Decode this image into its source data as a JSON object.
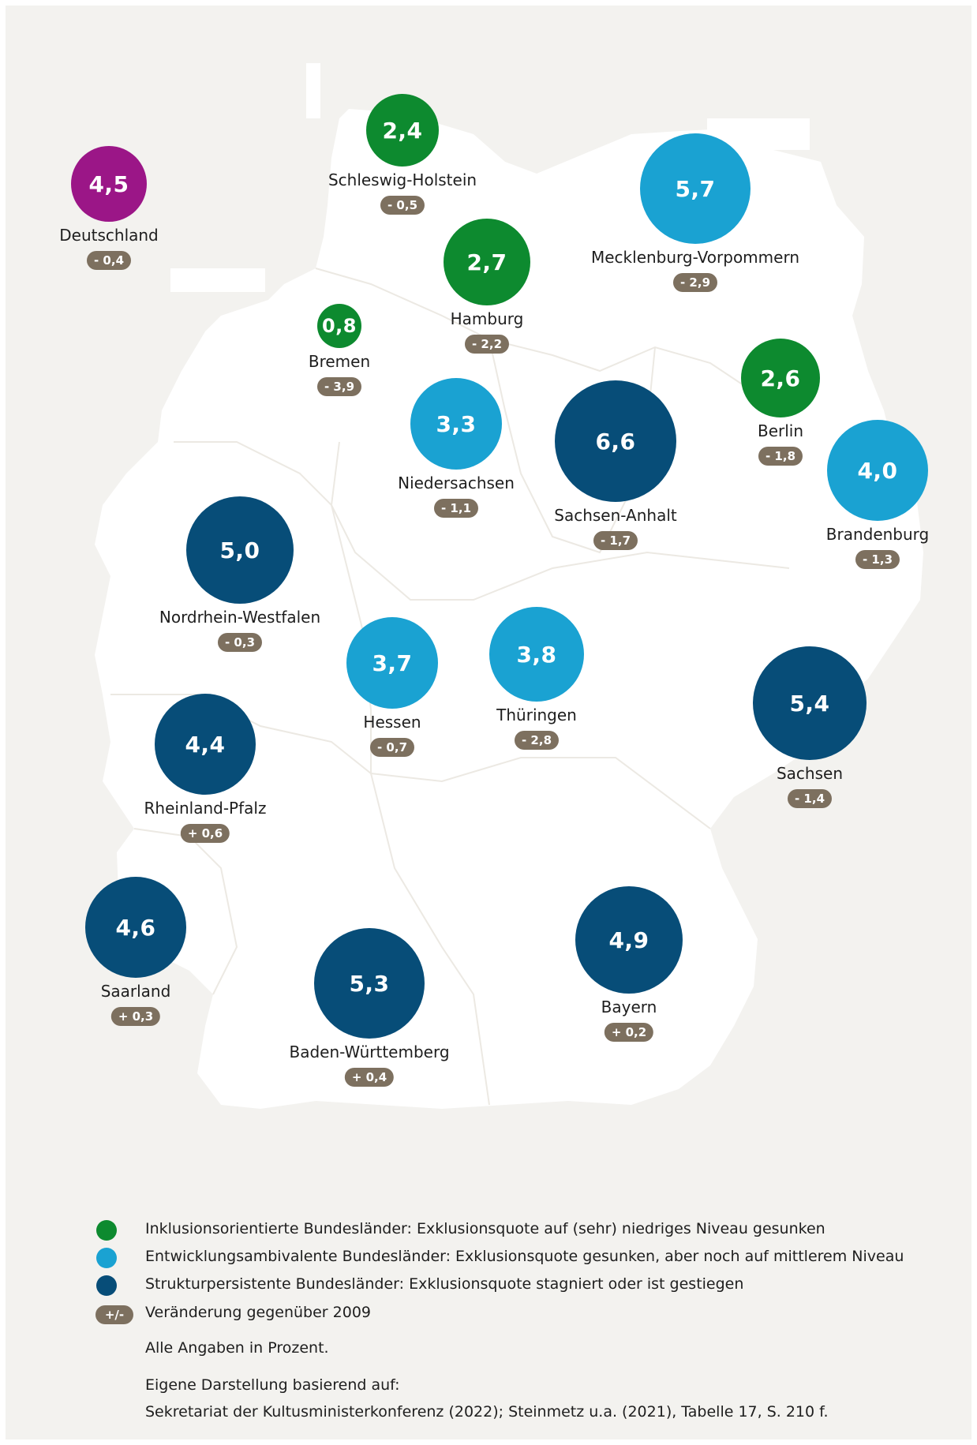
{
  "colors": {
    "national": "#9b1687",
    "inclusion": "#0d8a2f",
    "ambivalent": "#1aa2d2",
    "persistent": "#074d78",
    "change_badge": "#7d705f",
    "map_fill": "#ffffff",
    "background": "#f3f2ef"
  },
  "chart_data": {
    "type": "bubble-map",
    "title": "",
    "unit": "Prozent",
    "regions": [
      {
        "name": "Deutschland",
        "value": "4,5",
        "change": "- 0,4",
        "category": "national"
      },
      {
        "name": "Schleswig-Holstein",
        "value": "2,4",
        "change": "- 0,5",
        "category": "inclusion"
      },
      {
        "name": "Mecklenburg-Vorpommern",
        "value": "5,7",
        "change": "- 2,9",
        "category": "ambivalent"
      },
      {
        "name": "Hamburg",
        "value": "2,7",
        "change": "- 2,2",
        "category": "inclusion"
      },
      {
        "name": "Bremen",
        "value": "0,8",
        "change": "- 3,9",
        "category": "inclusion"
      },
      {
        "name": "Berlin",
        "value": "2,6",
        "change": "- 1,8",
        "category": "inclusion"
      },
      {
        "name": "Niedersachsen",
        "value": "3,3",
        "change": "- 1,1",
        "category": "ambivalent"
      },
      {
        "name": "Sachsen-Anhalt",
        "value": "6,6",
        "change": "- 1,7",
        "category": "persistent"
      },
      {
        "name": "Brandenburg",
        "value": "4,0",
        "change": "- 1,3",
        "category": "ambivalent"
      },
      {
        "name": "Nordrhein-Westfalen",
        "value": "5,0",
        "change": "- 0,3",
        "category": "persistent"
      },
      {
        "name": "Hessen",
        "value": "3,7",
        "change": "- 0,7",
        "category": "ambivalent"
      },
      {
        "name": "Thüringen",
        "value": "3,8",
        "change": "- 2,8",
        "category": "ambivalent"
      },
      {
        "name": "Sachsen",
        "value": "5,4",
        "change": "- 1,4",
        "category": "persistent"
      },
      {
        "name": "Rheinland-Pfalz",
        "value": "4,4",
        "change": "+ 0,6",
        "category": "persistent"
      },
      {
        "name": "Saarland",
        "value": "4,6",
        "change": "+ 0,3",
        "category": "persistent"
      },
      {
        "name": "Baden-Württemberg",
        "value": "5,3",
        "change": "+ 0,4",
        "category": "persistent"
      },
      {
        "name": "Bayern",
        "value": "4,9",
        "change": "+ 0,2",
        "category": "persistent"
      }
    ]
  },
  "legend": {
    "inclusion": "Inklusionsorientierte Bundesländer: Exklusionsquote auf (sehr) niedriges Niveau gesunken",
    "ambivalent": "Entwicklungsambivalente Bundesländer: Exklusionsquote gesunken, aber noch auf mittlerem Niveau",
    "persistent": "Strukturpersistente Bundesländer: Exklusionsquote stagniert oder ist gestiegen",
    "change_symbol": "+/-",
    "change_label": "Veränderung gegenüber 2009",
    "unit_note": "Alle Angaben in Prozent.",
    "source_line1": "Eigene Darstellung basierend auf:",
    "source_line2": "Sekretariat der Kultusministerkonferenz (2022); Steinmetz u.a. (2021), Tabelle 17, S. 210 f."
  }
}
